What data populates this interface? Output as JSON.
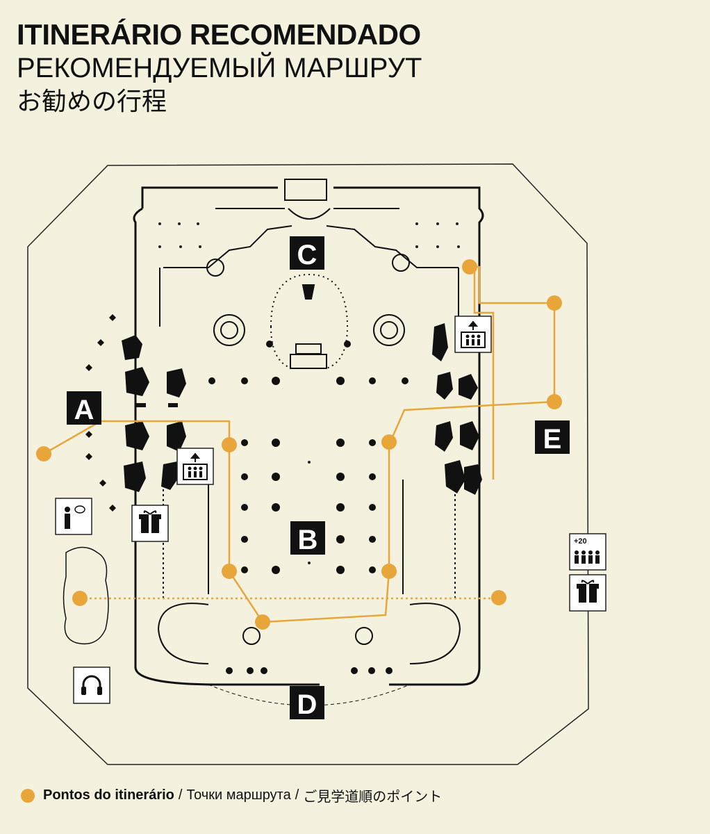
{
  "title": {
    "pt": "ITINERÁRIO RECOMENDADO",
    "ru": "РЕКОМЕНДУЕМЫЙ МАРШРУТ",
    "ja": "お勧めの行程"
  },
  "zones": [
    {
      "id": "A",
      "label": "A"
    },
    {
      "id": "B",
      "label": "B"
    },
    {
      "id": "C",
      "label": "C"
    },
    {
      "id": "D",
      "label": "D"
    },
    {
      "id": "E",
      "label": "E"
    }
  ],
  "icons": {
    "group": "+20",
    "names": [
      "elevator-icon",
      "gift-shop-icon",
      "information-icon",
      "audio-guide-icon",
      "group-icon"
    ]
  },
  "legend": {
    "label_pt": "Pontos do itinerário",
    "label_ru": "Точки маршрута",
    "label_ja": "ご見学道順のポイント",
    "separator": "/"
  },
  "colors": {
    "route": "#e8a63a",
    "ink": "#111111",
    "paper": "#f4f1de"
  }
}
